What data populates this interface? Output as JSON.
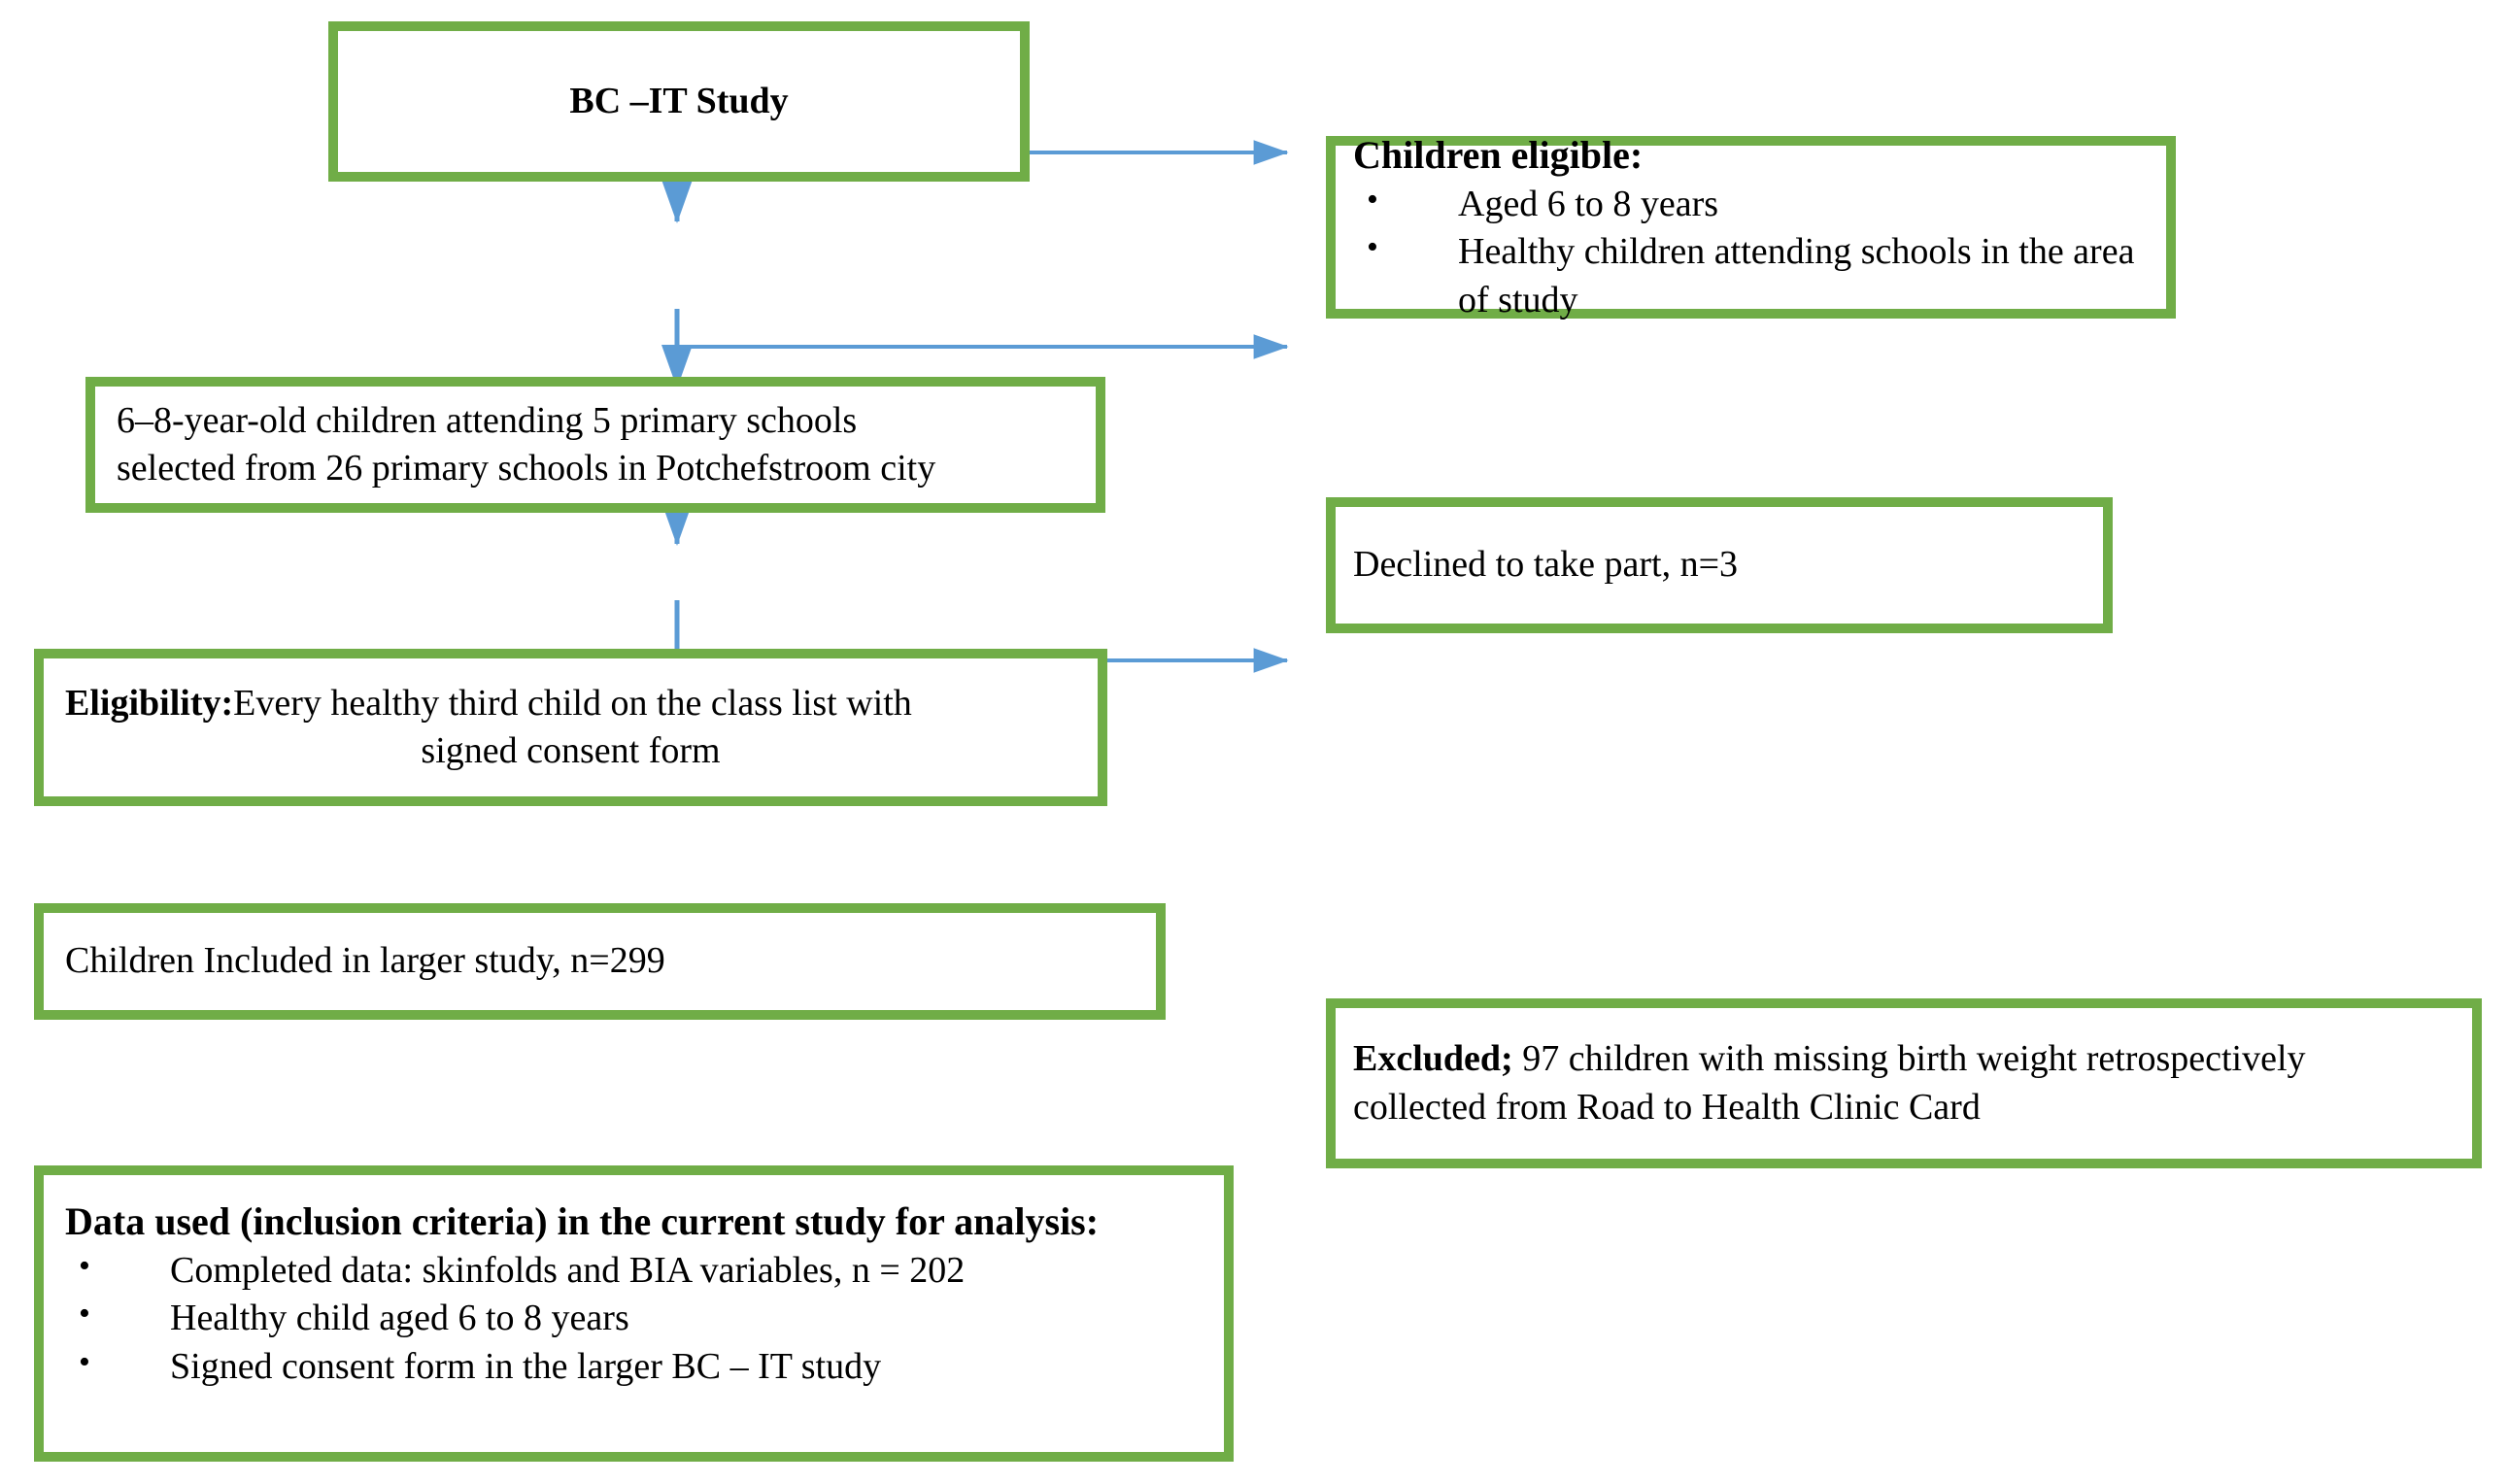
{
  "theme": {
    "box_border_color": "#70AD47",
    "arrow_color": "#5B9BD5",
    "text_color": "#000000",
    "background": "#ffffff"
  },
  "diagram": {
    "type": "flowchart",
    "title": "BC-IT Study participant flow diagram"
  },
  "nodes": {
    "study_title": {
      "text": "BC –IT Study"
    },
    "schools": {
      "line1": "6–8-year-old children attending 5 primary schools",
      "line2": "selected from 26 primary schools in Potchefstroom city"
    },
    "eligibility": {
      "label": "Eligibility:",
      "line1_rest": "Every healthy third child on the class list with",
      "line2": "signed consent form"
    },
    "included": {
      "text": "Children Included in larger study, n=299"
    },
    "final": {
      "heading": "Data used (inclusion criteria) in the current study for analysis:",
      "bullets": [
        "Completed data: skinfolds and BIA variables, n = 202",
        "Healthy child aged 6 to 8 years",
        "Signed consent form in the larger BC – IT study"
      ]
    },
    "children_eligible": {
      "heading": "Children eligible:",
      "bullets": [
        "Aged 6 to 8 years",
        "Healthy children attending schools in the area of study"
      ]
    },
    "declined": {
      "text": "Declined to take part, n=3"
    },
    "excluded": {
      "label": "Excluded;",
      "line1_rest": "97 children with missing birth weight retrospectively",
      "line2": "collected from Road to Health Clinic Card"
    }
  }
}
